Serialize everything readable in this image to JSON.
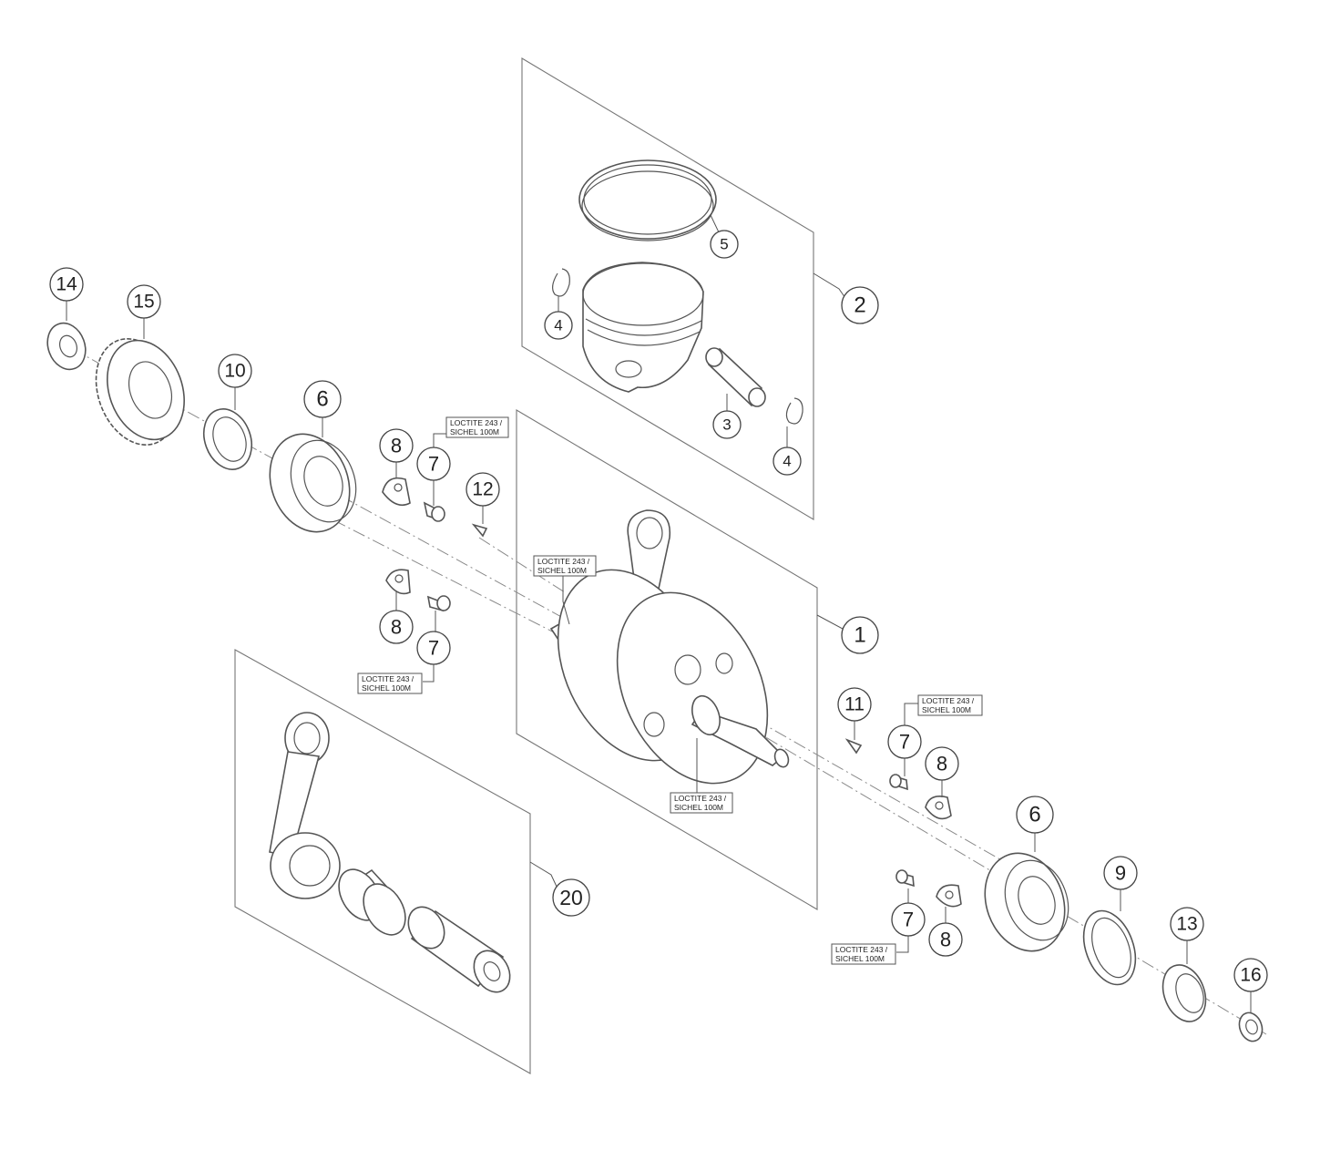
{
  "callouts": [
    {
      "id": "c1",
      "label": "1"
    },
    {
      "id": "c2",
      "label": "2"
    },
    {
      "id": "c3",
      "label": "3"
    },
    {
      "id": "c4a",
      "label": "4"
    },
    {
      "id": "c4b",
      "label": "4"
    },
    {
      "id": "c5",
      "label": "5"
    },
    {
      "id": "c6a",
      "label": "6"
    },
    {
      "id": "c6b",
      "label": "6"
    },
    {
      "id": "c7a",
      "label": "7"
    },
    {
      "id": "c7b",
      "label": "7"
    },
    {
      "id": "c7c",
      "label": "7"
    },
    {
      "id": "c7d",
      "label": "7"
    },
    {
      "id": "c8a",
      "label": "8"
    },
    {
      "id": "c8b",
      "label": "8"
    },
    {
      "id": "c8c",
      "label": "8"
    },
    {
      "id": "c8d",
      "label": "8"
    },
    {
      "id": "c9",
      "label": "9"
    },
    {
      "id": "c10",
      "label": "10"
    },
    {
      "id": "c11",
      "label": "11"
    },
    {
      "id": "c12",
      "label": "12"
    },
    {
      "id": "c13",
      "label": "13"
    },
    {
      "id": "c14",
      "label": "14"
    },
    {
      "id": "c15",
      "label": "15"
    },
    {
      "id": "c16",
      "label": "16"
    },
    {
      "id": "c20",
      "label": "20"
    }
  ],
  "notes": [
    {
      "id": "n1",
      "line1": "LOCTITE 243 /",
      "line2": "SICHEL 100M"
    },
    {
      "id": "n2",
      "line1": "LOCTITE 243 /",
      "line2": "SICHEL 100M"
    },
    {
      "id": "n3",
      "line1": "LOCTITE 243 /",
      "line2": "SICHEL 100M"
    },
    {
      "id": "n4",
      "line1": "LOCTITE 243 /",
      "line2": "SICHEL 100M"
    },
    {
      "id": "n5",
      "line1": "LOCTITE 243 /",
      "line2": "SICHEL 100M"
    },
    {
      "id": "n6",
      "line1": "LOCTITE 243 /",
      "line2": "SICHEL 100M"
    }
  ]
}
